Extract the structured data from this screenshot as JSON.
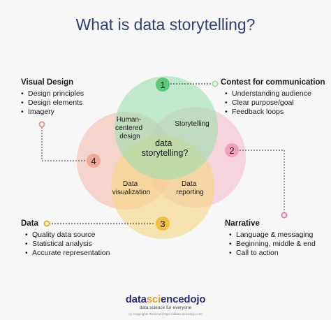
{
  "title": "What is data storytelling?",
  "center_label": [
    "data",
    "storytelling?"
  ],
  "overlaps": {
    "human_centered_design": [
      "Human-",
      "centered",
      "design"
    ],
    "storytelling": "Storytelling",
    "data_visualization": [
      "Data",
      "visualization"
    ],
    "data_reporting": [
      "Data",
      "reporting"
    ]
  },
  "markers": [
    "1",
    "2",
    "3",
    "4"
  ],
  "sections": {
    "visual_design": {
      "heading": "Visual Design",
      "items": [
        "Design principles",
        "Design elements",
        "Imagery"
      ]
    },
    "contest": {
      "heading": "Contest for communication",
      "items": [
        "Understanding audience",
        "Clear purpose/goal",
        "Feedback loops"
      ]
    },
    "data": {
      "heading": "Data",
      "items": [
        "Quality data source",
        "Statistical analysis",
        "Accurate representation"
      ]
    },
    "narrative": {
      "heading": "Narrative",
      "items": [
        "Language & messaging",
        "Beginning, middle & end",
        "Call to action"
      ]
    }
  },
  "footer": {
    "logo_part1": "data",
    "logo_accent": "sci",
    "logo_part2": "ence",
    "logo_part3": "dojo",
    "tagline": "data science for everyone",
    "copyright": "(c) Copyrights Reserved  https://datasciencedojo.com"
  },
  "colors": {
    "title": "#2f3e78",
    "green": "#9be0ae",
    "pink": "#f4b8c8",
    "yellow": "#f6d680",
    "peach": "#f2b8a8"
  }
}
